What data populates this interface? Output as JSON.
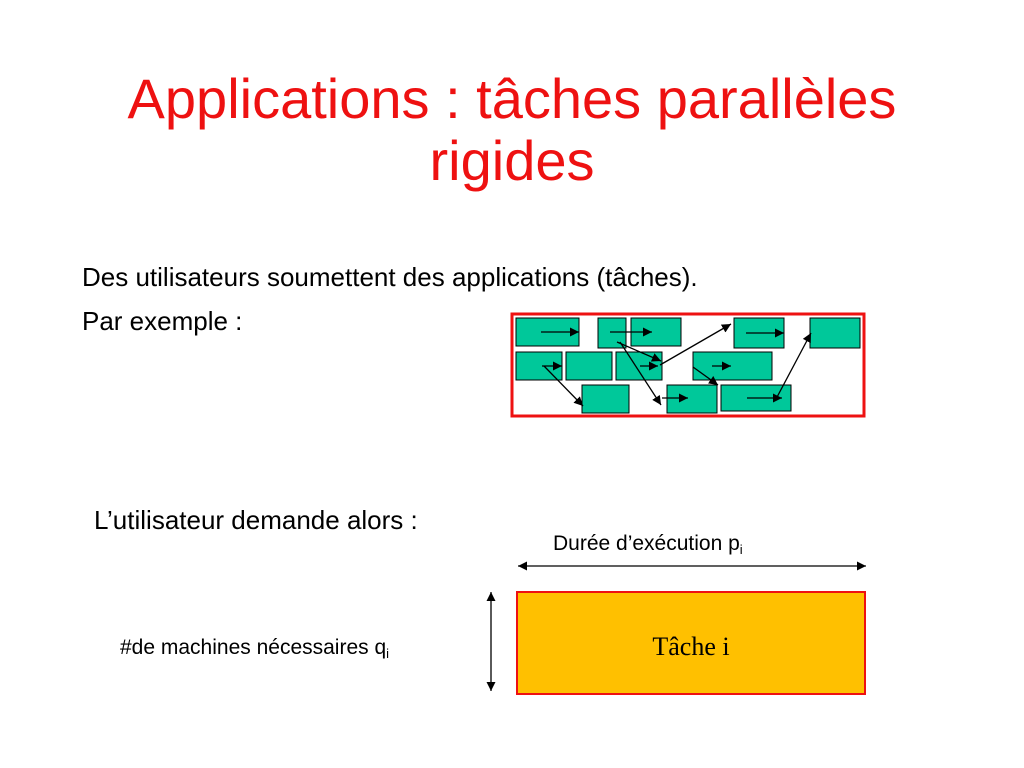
{
  "slide": {
    "title_line1": "Applications : tâches parallèles",
    "title_line2": "rigides",
    "intro_line1": "Des utilisateurs soumettent des applications (tâches).",
    "intro_line2": "Par exemple :",
    "request_text": "L’utilisateur demande alors :"
  },
  "task_spec": {
    "duration_label": "Durée d’exécution p",
    "duration_subscript": "i",
    "machines_label": "#de machines nécessaires q",
    "machines_subscript": "i",
    "task_label": "Tâche i"
  },
  "colors": {
    "title": "#ee1111",
    "frame": "#ee1111",
    "task_fill": "#00c89a",
    "task_box_fill": "#ffc000"
  }
}
